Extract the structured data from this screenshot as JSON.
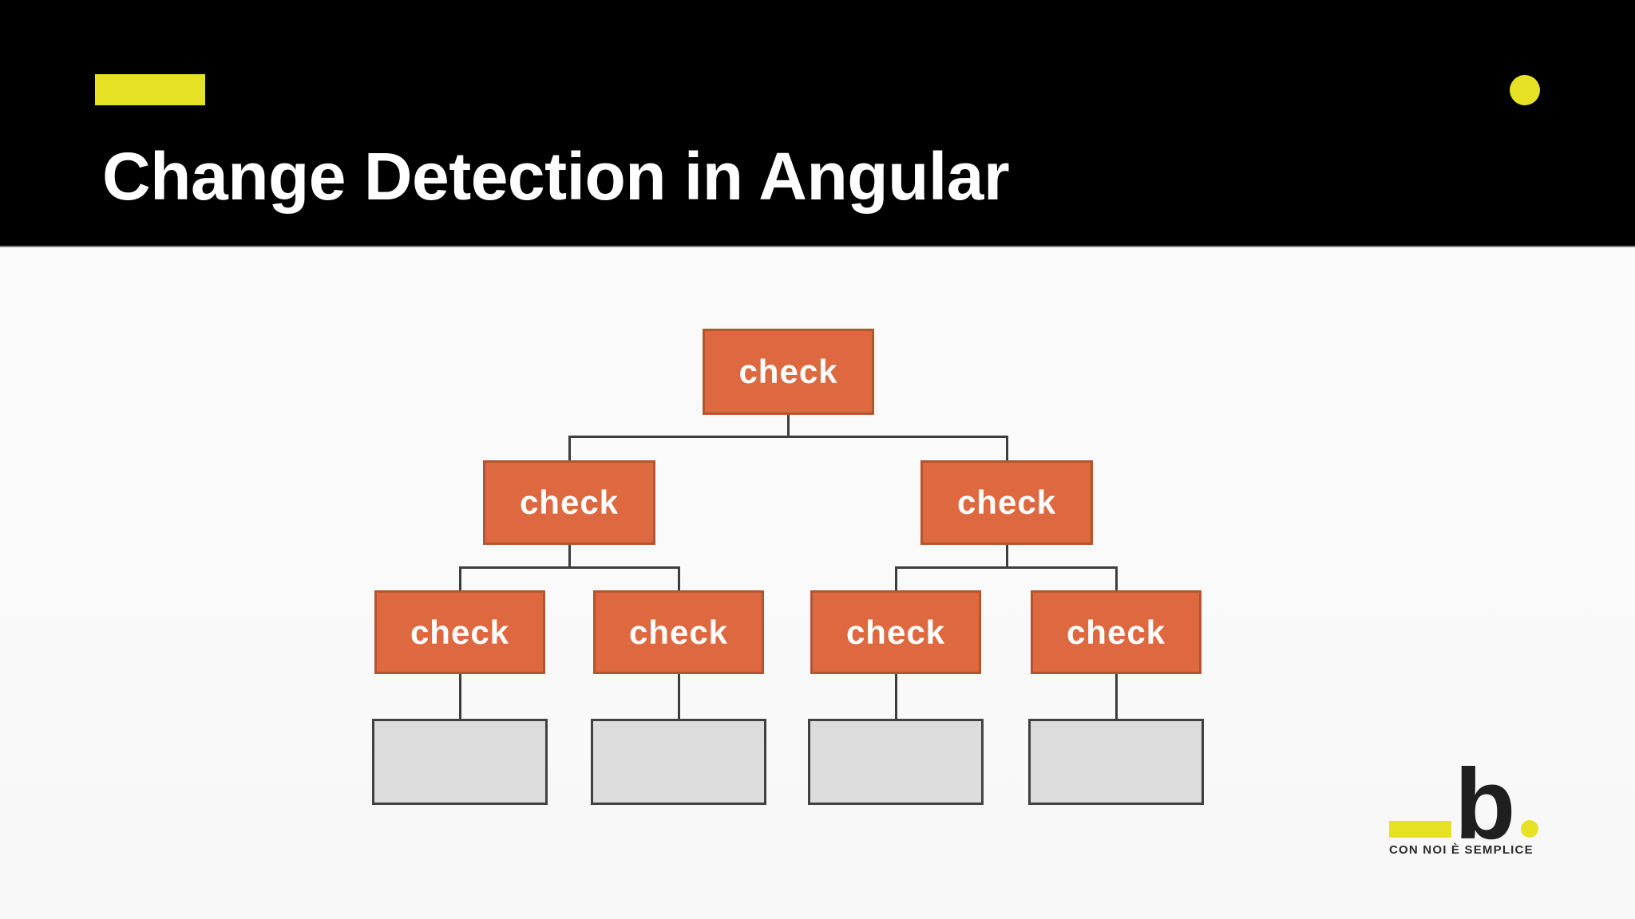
{
  "header": {
    "title": "Change Detection in Angular"
  },
  "diagram": {
    "type": "tree",
    "description": "Angular component tree where change detection runs top-down",
    "nodes": [
      {
        "id": "root",
        "level": 1,
        "label": "check"
      },
      {
        "id": "l2-left",
        "level": 2,
        "label": "check"
      },
      {
        "id": "l2-right",
        "level": 2,
        "label": "check"
      },
      {
        "id": "l3-1",
        "level": 3,
        "label": "check"
      },
      {
        "id": "l3-2",
        "level": 3,
        "label": "check"
      },
      {
        "id": "l3-3",
        "level": 3,
        "label": "check"
      },
      {
        "id": "l3-4",
        "level": 3,
        "label": "check"
      }
    ],
    "leaves": [
      {
        "id": "leaf-1",
        "label": ""
      },
      {
        "id": "leaf-2",
        "label": ""
      },
      {
        "id": "leaf-3",
        "label": ""
      },
      {
        "id": "leaf-4",
        "label": ""
      }
    ]
  },
  "logo": {
    "letter": "b",
    "tagline": "CON NOI È SEMPLICE"
  },
  "colors": {
    "accent_yellow": "#e7e126",
    "box_orange": "#de6940",
    "box_orange_border": "#b4552f",
    "leaf_gray": "#dcdcdc",
    "leaf_gray_border": "#414141",
    "connector": "#3d3d3d",
    "header_bg": "#000000",
    "title_color": "#ffffff",
    "logo_black": "#1f1f1f"
  }
}
